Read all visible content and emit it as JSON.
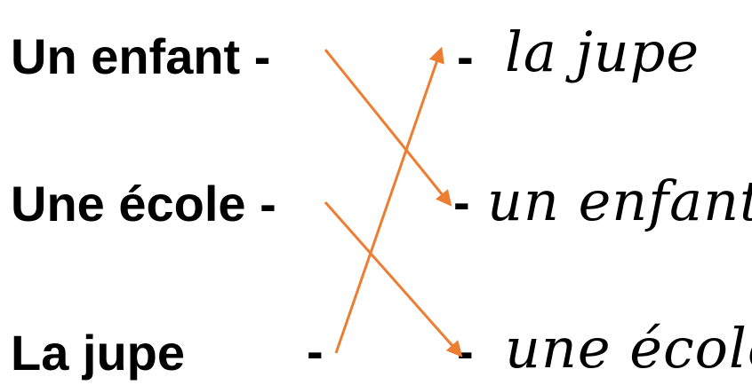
{
  "left_items": [
    {
      "label": "Un enfant -"
    },
    {
      "label": "Une école -"
    },
    {
      "label": "La jupe"
    }
  ],
  "left_dash_third": "-",
  "right_items": [
    {
      "dash": "-",
      "label": "la jupe"
    },
    {
      "dash": "-",
      "label": "un enfant"
    },
    {
      "dash": "-",
      "label": "une école"
    }
  ],
  "arrow_color": "#ED7D31",
  "text_color": "#000000"
}
